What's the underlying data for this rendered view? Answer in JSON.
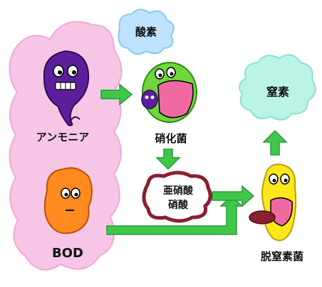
{
  "labels": {
    "ammonia": "アンモニア",
    "bod": "BOD",
    "oxygen": "酸素",
    "nitrifying_bacteria": "硝化菌",
    "nitrite": "亜硝酸",
    "nitrate": "硝酸",
    "nitrogen": "窒素",
    "denitrifying_bacteria": "脱窒素菌"
  },
  "colors": {
    "pink_cloud": "#f7c6e6",
    "oxygen_cloud": "#bfe3ff",
    "nitrogen_cloud": "#b9f4e6",
    "arrow": "#3ec84a",
    "ammonia_creature": "#5c1f9c",
    "bod_creature": "#ff8a1f",
    "nitrifier": "#6fd63b",
    "denitrifier": "#ffe81a",
    "mouth": "#f06aa0",
    "nitrite_blob": "#8a1f2f"
  }
}
